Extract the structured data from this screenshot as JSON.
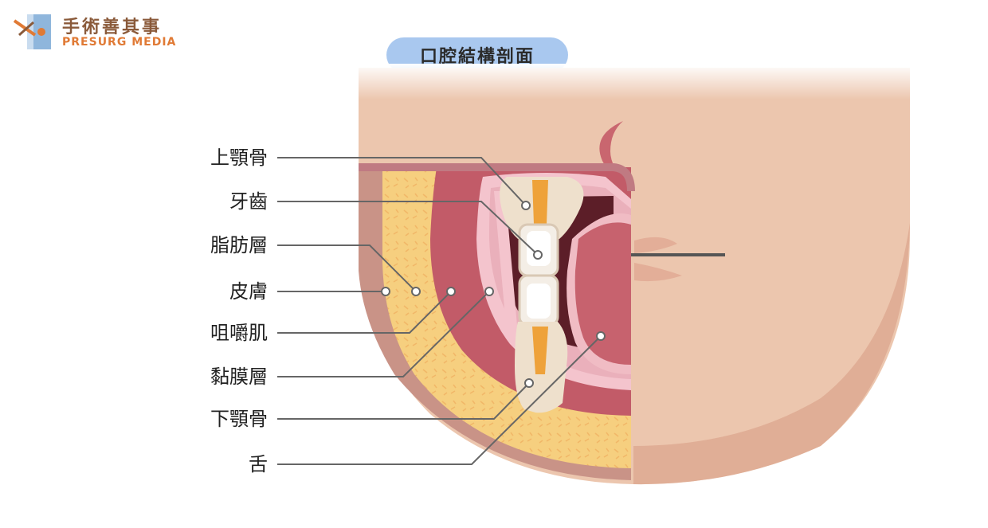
{
  "logo": {
    "name_cn": "手術善其事",
    "name_en": "PRESURG MEDIA"
  },
  "title": "口腔結構剖面",
  "labels": [
    {
      "id": "maxilla",
      "text": "上顎骨"
    },
    {
      "id": "tooth",
      "text": "牙齒"
    },
    {
      "id": "fat",
      "text": "脂肪層"
    },
    {
      "id": "skin",
      "text": "皮膚"
    },
    {
      "id": "masseter",
      "text": "咀嚼肌"
    },
    {
      "id": "mucosa",
      "text": "黏膜層"
    },
    {
      "id": "mandible",
      "text": "下顎骨"
    },
    {
      "id": "tongue",
      "text": "舌"
    }
  ],
  "colors": {
    "skin": "#ecc6ae",
    "skin_shadow": "#dba58c",
    "fat": "#f6cf7f",
    "muscle": "#c25b68",
    "mucosa": "#f4c4cd",
    "bone": "#eee0cc",
    "pulp": "#eea23a",
    "title_bg": "#a9c8ef"
  }
}
